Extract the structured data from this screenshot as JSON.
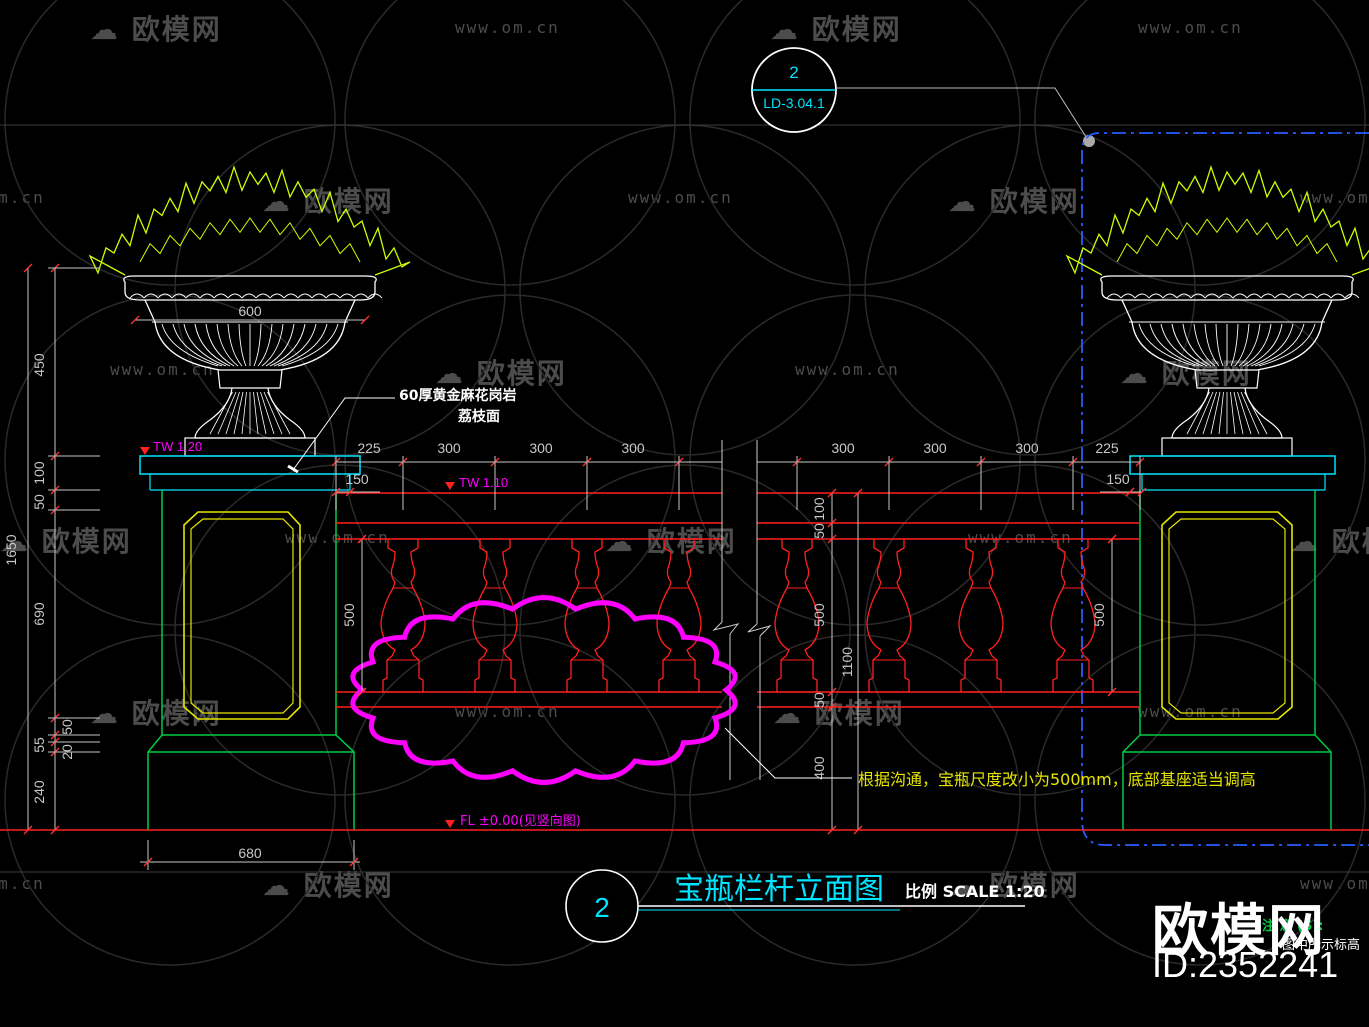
{
  "colors": {
    "background": "#000000",
    "dim": "#c8c8c8",
    "dim_tick": "#ff3333",
    "red": "#ff2020",
    "yellow": "#e6e600",
    "green": "#00cc44",
    "cyan": "#00e5ff",
    "magenta": "#ff00ff",
    "white": "#ffffff",
    "blue": "#2a5cff",
    "plant": "#ccff00"
  },
  "watermarks": {
    "logo_text": "欧模网",
    "url_text": "www.om.cn"
  },
  "callout_top": {
    "number": "2",
    "sheet": "LD-3.04.1"
  },
  "labels": {
    "tw_120": "TW 1.20",
    "tw_110": "TW 1.10",
    "fl": "FL ±0.00(见竖向图)",
    "granite_line1": "60厚黄金麻花岗岩",
    "granite_line2": "荔枝面",
    "note": "根据沟通，宝瓶尺度改小为500mm，底部基座适当调高"
  },
  "dimensions": {
    "urn_width": "600",
    "base_width": "680",
    "left_vertical": [
      "450",
      "100",
      "50",
      "690",
      "50",
      "55",
      "20",
      "240"
    ],
    "total_height": "1650",
    "top_spacing_left": [
      "225",
      "300",
      "300",
      "300"
    ],
    "top_spacing_right": [
      "300",
      "300",
      "300",
      "225"
    ],
    "offset_left": "150",
    "offset_right": "150",
    "baluster_height": "500",
    "right_stack": [
      "50",
      "100",
      "500",
      "50",
      "400"
    ],
    "rail_height": "1100"
  },
  "title_block": {
    "number": "2",
    "title": "宝瓶栏杆立面图",
    "scale": "比例 SCALE 1:20"
  },
  "brand": {
    "name": "欧模网",
    "id": "ID:2352241",
    "note_line1": "注 意 (S):",
    "note_line2": "图中所示标高"
  }
}
